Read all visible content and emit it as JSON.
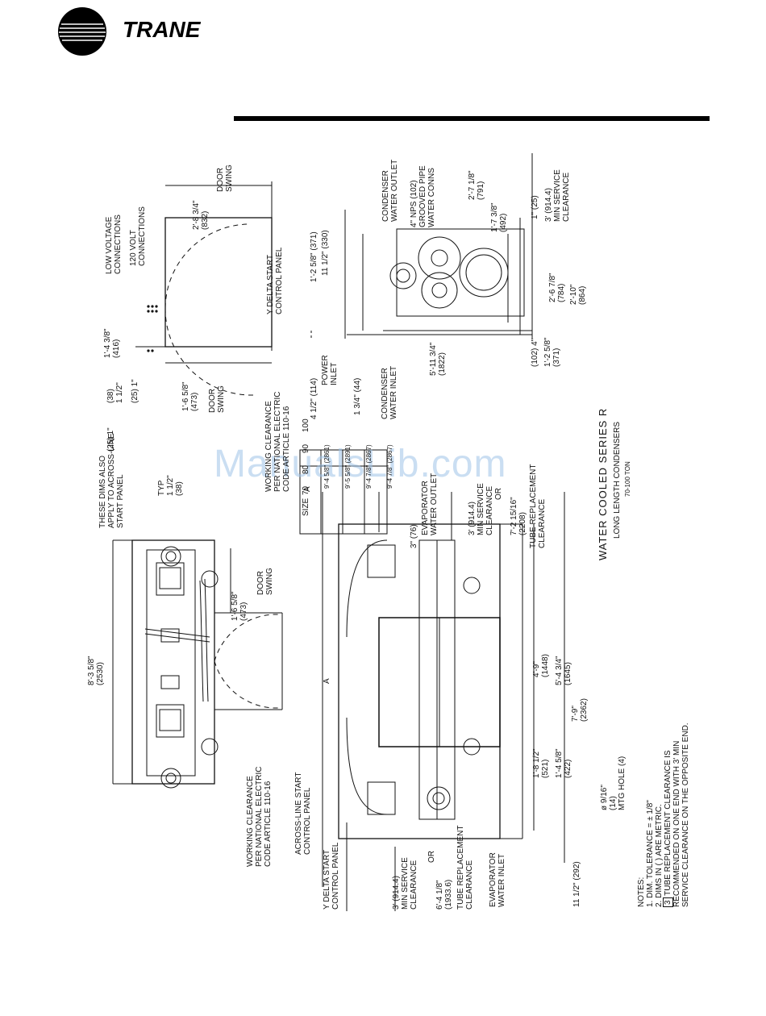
{
  "brand": {
    "name": "TRANE"
  },
  "watermark": "ManualsLib.com",
  "title": {
    "main": "WATER COOLED SERIES R",
    "sub1": "LONG LENGTH CONDENSERS",
    "sub2": "70-100 TON"
  },
  "notes": {
    "heading": "NOTES:",
    "n1": "1.  DIM. TOLERANCE = ± 1/8\"",
    "n2": "2.  DIMS IN ( ) ARE METRIC.",
    "n3a": "TUBE REPLACEMENT CLEARANCE IS",
    "n3b": "RECOMMENDED ON ONE END WITH 3' MIN",
    "n3c": "SERVICE CLEARANCE ON THE OPPOSITE END."
  },
  "table": {
    "header": [
      "SIZE",
      "A"
    ],
    "rows": [
      [
        "70",
        "9'-4 5/8\" (2861)"
      ],
      [
        "80",
        "9'-5 5/8\" (2891)"
      ],
      [
        "90",
        "9'-4 7/8\" (2867)"
      ],
      [
        "100",
        "9'-4 7/8\" (2867)"
      ]
    ]
  },
  "labels": {
    "low_voltage_1": "LOW VOLTAGE",
    "low_voltage_2": "CONNECTIONS",
    "v120_1": "120 VOLT",
    "v120_2": "CONNECTIONS",
    "ydelta_1": "Y DELTA START",
    "ydelta_2": "CONTROL PANEL",
    "door_swing_1": "DOOR",
    "door_swing_2": "SWING",
    "wc_1": "WORKING CLEARANCE",
    "wc_2": "PER NATIONAL ELECTRIC",
    "wc_3": "CODE ARTICLE 110-16",
    "these_1": "THESE DIMS ALSO",
    "these_2": "APPLY TO ACROSS-LINE",
    "these_3": "START PANEL",
    "acrossline_1": "ACROSS-LINE START",
    "acrossline_2": "CONTROL PANEL",
    "cond_out_1": "CONDENSER",
    "cond_out_2": "WATER OUTLET",
    "nps_1": "4\" NPS (102)",
    "nps_2": "GROOVED PIPE",
    "nps_3": "WATER CONNS",
    "cond_in_1": "CONDENSER",
    "cond_in_2": "WATER INLET",
    "power_1": "POWER",
    "power_2": "INLET",
    "evap_out_1": "EVAPORATOR",
    "evap_out_2": "WATER OUTLET",
    "evap_in_1": "EVAPORATOR",
    "evap_in_2": "WATER INLET",
    "min_svc_1": "3' (914.4)",
    "min_svc_2": "MIN SERVICE",
    "min_svc_3": "CLEARANCE",
    "or": "OR",
    "tube_1": "TUBE REPLACEMENT",
    "tube_2": "CLEARANCE",
    "mtg_1": "ø 9/16\"",
    "mtg_2": "(14)",
    "mtg_3": "MTG HOLE (4)",
    "typ": "TYP",
    "A": "A"
  },
  "dims": {
    "d832": "2'-8 3/4\"",
    "d832m": "(832)",
    "d416": "1'-4 3/8\"",
    "d416m": "(416)",
    "d473": "1'-6 5/8\"",
    "d473m": "(473)",
    "d38": "1 1/2\"",
    "d38m": "(38)",
    "d25": "1\"",
    "d25m": "(25)",
    "d2530": "8'-3 5/8\"",
    "d2530m": "(2530)",
    "d371": "1'-2 5/8\" (371)",
    "d330": "11 1/2\" (330)",
    "d114": "4 1/2\" (114)",
    "d44": "1 3/4\" (44)",
    "d1822": "5'-11 3/4\"",
    "d1822m": "(1822)",
    "d791": "2'-7 1/8\"",
    "d791m": "(791)",
    "d492": "1'-7 3/8\"",
    "d492m": "(492)",
    "d25b": "1\" (25)",
    "d784": "2'-6 7/8\"",
    "d784m": "(784)",
    "d864": "2'-10\"",
    "d864m": "(864)",
    "d102": "(102) 4\"",
    "d371b": "1'-2 5/8\"",
    "d371bm": "(371)",
    "d76": "3\" (76)",
    "d2208": "7'-2 15/16\"",
    "d2208m": "(2208)",
    "d1448": "4'-9\"",
    "d1448m": "(1448)",
    "d1645": "5'-4 3/4\"",
    "d1645m": "(1645)",
    "d2362": "7'-9\"",
    "d2362m": "(2362)",
    "d521": "1'-8 1/2\"",
    "d521m": "(521)",
    "d422": "1'-4 5/8\"",
    "d422m": "(422)",
    "d292": "11 1/2\" (292)",
    "d1933": "6'-4 1/8\"",
    "d1933m": "(1933.6)"
  }
}
